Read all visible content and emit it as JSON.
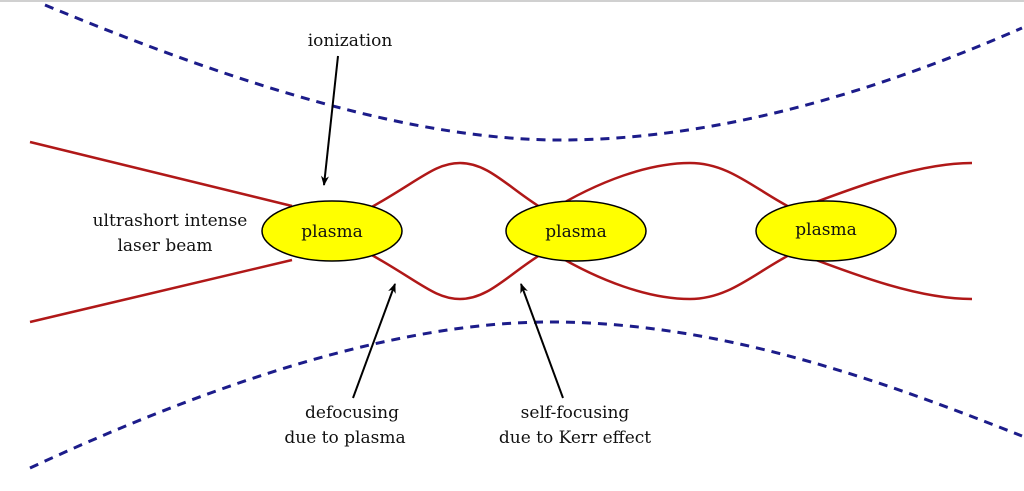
{
  "colors": {
    "beam_envelope": "#1c1c8a",
    "laser_beam": "#b01818",
    "plasma_fill": "#ffff00",
    "plasma_stroke": "#000000",
    "arrow": "#000000"
  },
  "labels": {
    "ionization": "ionization",
    "beam_line1": "ultrashort intense",
    "beam_line2": "laser beam",
    "defocusing_line1": "defocusing",
    "defocusing_line2": "due to plasma",
    "selffocusing_line1": "self-focusing",
    "selffocusing_line2": "due to Kerr effect"
  },
  "plasmas": [
    {
      "label": "plasma"
    },
    {
      "label": "plasma"
    },
    {
      "label": "plasma"
    }
  ]
}
